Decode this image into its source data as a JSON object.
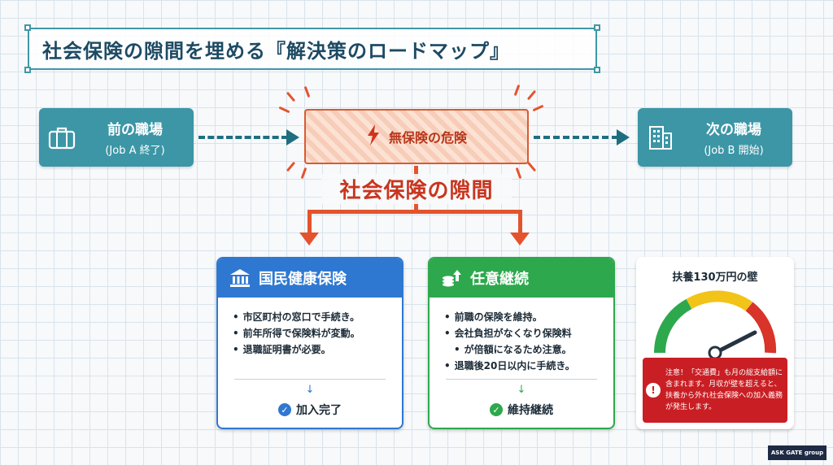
{
  "title": "社会保険の隙間を埋める『解決策のロードマップ』",
  "prev_job": {
    "line1": "前の職場",
    "line2": "(Job A 終了)"
  },
  "next_job": {
    "line1": "次の職場",
    "line2": "(Job B 開始)"
  },
  "danger": {
    "label": "無保険の危険"
  },
  "gap_label": "社会保険の隙間",
  "national_insurance": {
    "title": "国民健康保険",
    "items": [
      "市区町村の窓口で手続き。",
      "前年所得で保険料が変動。",
      "退職証明書が必要。"
    ],
    "arrow": "↓",
    "result": "加入完了"
  },
  "continuation": {
    "title": "任意継続",
    "items": [
      "前職の保険を維持。",
      "会社負担がなくなり保険料",
      "が倍額になるため注意。",
      "退職後20日以内に手続き。"
    ],
    "arrow": "↓",
    "result": "維持継続"
  },
  "gauge": {
    "title": "扶養130万円の壁",
    "level": 0.85,
    "warning": "注意！「交通費」も月の総支給額に含まれます。月収が壁を超えると、扶養から外れ社会保険への加入義務が発生します。"
  },
  "logo": "ASK GATE group",
  "colors": {
    "teal": "#3c96a6",
    "danger": "#e4532d",
    "blue": "#2f78d1",
    "green": "#2ea84d",
    "warning_red": "#c91f24"
  }
}
